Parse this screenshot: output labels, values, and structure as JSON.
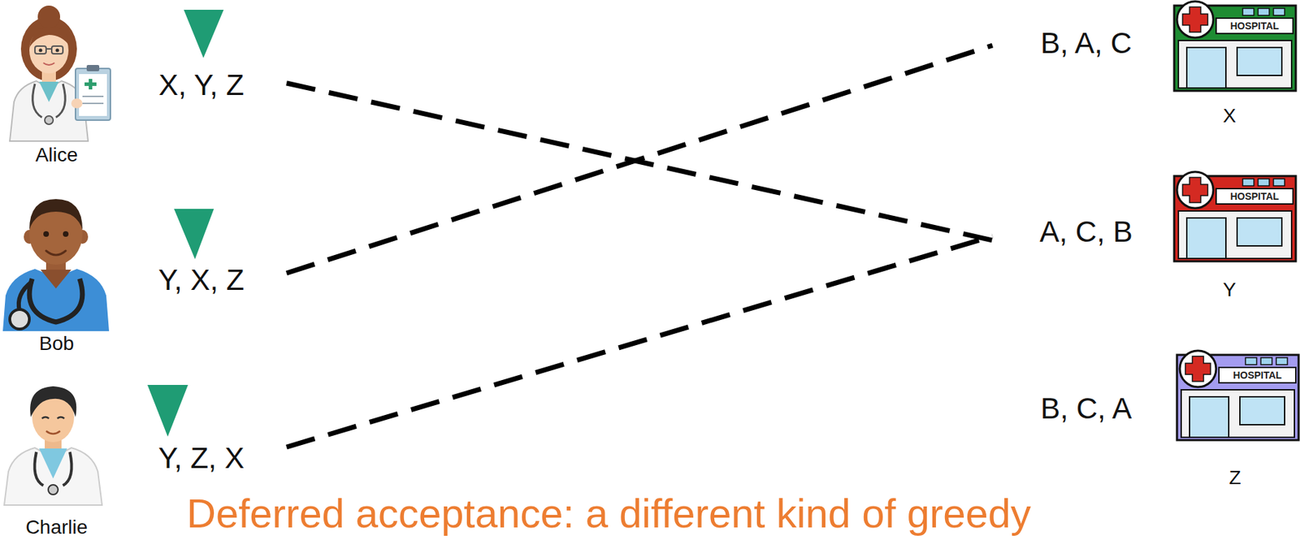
{
  "diagram": {
    "caption": "Deferred acceptance: a different kind of greedy",
    "nodes": [
      {
        "text": [
          "Alice",
          "X, Y, Z"
        ]
      },
      {
        "text": [
          "Bob",
          "Y, X, Z"
        ]
      },
      {
        "text": [
          "Charlie",
          "Y, Z, X"
        ]
      },
      {
        "text": [
          "B, A, C",
          "X"
        ]
      },
      {
        "text": [
          "A, C, B",
          "Y"
        ]
      },
      {
        "text": [
          "B, C, A",
          "Z"
        ]
      }
    ],
    "edges": [
      {
        "from": 0,
        "to": 4,
        "arrow": "none"
      },
      {
        "from": 1,
        "to": 3,
        "arrow": "none"
      },
      {
        "from": 2,
        "to": 4,
        "arrow": "none"
      }
    ],
    "labels": [
      "HOSPITAL",
      "HOSPITAL",
      "HOSPITAL"
    ]
  }
}
